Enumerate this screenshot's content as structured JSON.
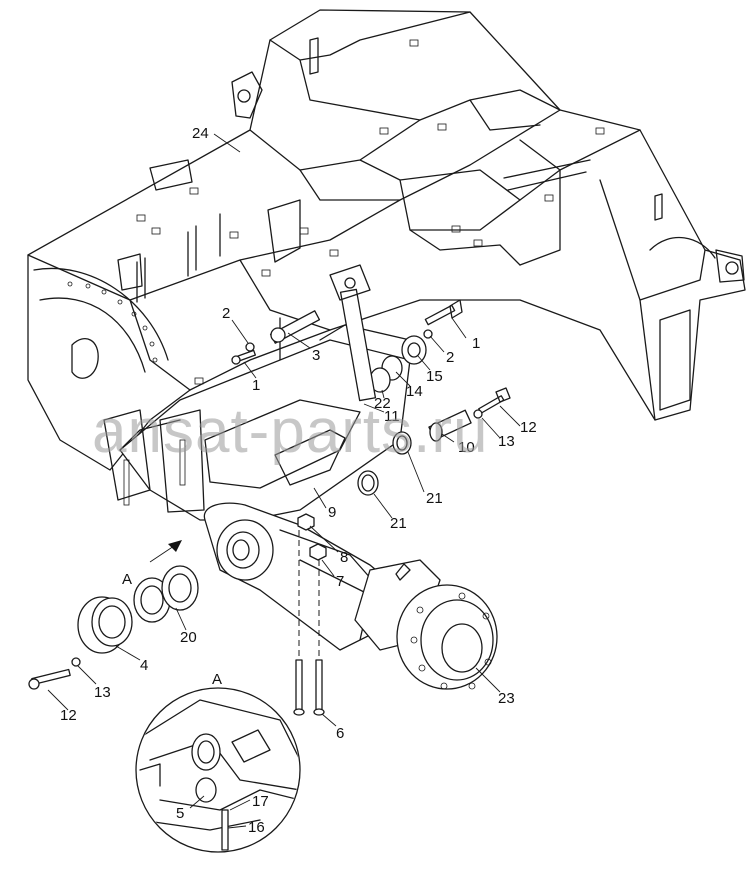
{
  "watermark": "ansat-parts.ru",
  "detail_view_label": "A",
  "section_marker_label": "A",
  "callouts": [
    {
      "id": "c24",
      "text": "24"
    },
    {
      "id": "c2a",
      "text": "2"
    },
    {
      "id": "c3",
      "text": "3"
    },
    {
      "id": "c1a",
      "text": "1"
    },
    {
      "id": "c1b",
      "text": "1"
    },
    {
      "id": "c2b",
      "text": "2"
    },
    {
      "id": "c15",
      "text": "15"
    },
    {
      "id": "c14",
      "text": "14"
    },
    {
      "id": "c22",
      "text": "22"
    },
    {
      "id": "c11",
      "text": "11"
    },
    {
      "id": "c12a",
      "text": "12"
    },
    {
      "id": "c13a",
      "text": "13"
    },
    {
      "id": "c10",
      "text": "10"
    },
    {
      "id": "c21a",
      "text": "21"
    },
    {
      "id": "c21b",
      "text": "21"
    },
    {
      "id": "c9",
      "text": "9"
    },
    {
      "id": "c8",
      "text": "8"
    },
    {
      "id": "c7",
      "text": "7"
    },
    {
      "id": "c20",
      "text": "20"
    },
    {
      "id": "c4",
      "text": "4"
    },
    {
      "id": "c13b",
      "text": "13"
    },
    {
      "id": "c12b",
      "text": "12"
    },
    {
      "id": "c6",
      "text": "6"
    },
    {
      "id": "c23",
      "text": "23"
    },
    {
      "id": "c5",
      "text": "5"
    },
    {
      "id": "c17",
      "text": "17"
    },
    {
      "id": "c16",
      "text": "16"
    }
  ]
}
